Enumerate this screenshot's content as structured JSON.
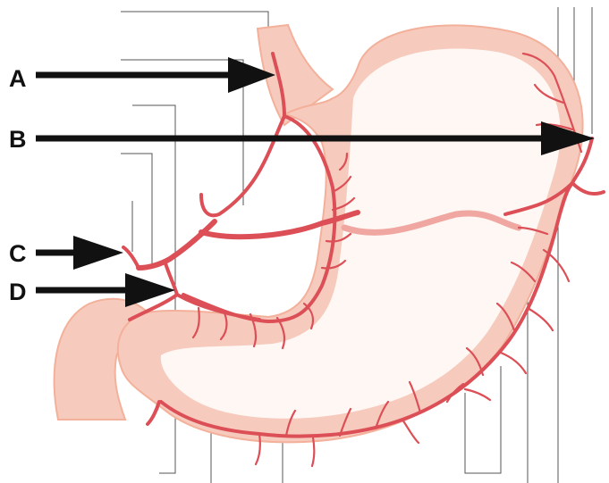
{
  "labels": [
    {
      "id": "A",
      "text": "A"
    },
    {
      "id": "B",
      "text": "B"
    },
    {
      "id": "C",
      "text": "C"
    },
    {
      "id": "D",
      "text": "D"
    }
  ],
  "colors": {
    "artery": "#dc4f57",
    "organ": "#f6cbbd",
    "pointer": "#111111",
    "leader": "#555555"
  }
}
